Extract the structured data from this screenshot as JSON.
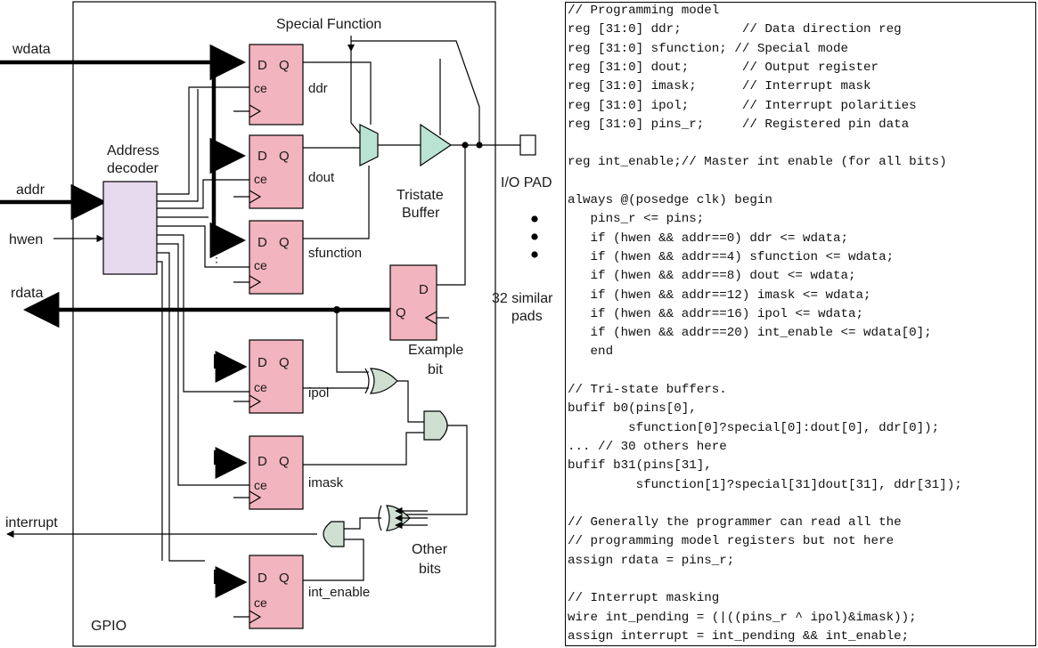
{
  "diagram": {
    "colors": {
      "register_fill": "#f2b4be",
      "decoder_fill": "#e7d9ee",
      "buffer_fill": "#b9e4d4",
      "gate_fill": "#cfe0d2",
      "wire": "#000000"
    },
    "labels": {
      "wdata": "wdata",
      "addr": "addr",
      "hwen": "hwen",
      "rdata": "rdata",
      "interrupt": "interrupt",
      "special_function": "Special Function",
      "address_decoder_1": "Address",
      "address_decoder_2": "decoder",
      "tristate_1": "Tristate",
      "tristate_2": "Buffer",
      "io_pad": "I/O PAD",
      "similar_1": "32 similar",
      "similar_2": "pads",
      "example_1": "Example",
      "example_2": "bit",
      "other_1": "Other",
      "other_2": "bits",
      "gpio": "GPIO",
      "ellipsis_dots": "⋮"
    },
    "registers": [
      {
        "name": "ddr",
        "d": "D",
        "q": "Q",
        "ce": "ce"
      },
      {
        "name": "dout",
        "d": "D",
        "q": "Q",
        "ce": "ce"
      },
      {
        "name": "sfunction",
        "d": "D",
        "q": "Q",
        "ce": "ce"
      },
      {
        "name": "ipol",
        "d": "D",
        "q": "Q",
        "ce": "ce"
      },
      {
        "name": "imask",
        "d": "D",
        "q": "Q",
        "ce": "ce"
      },
      {
        "name": "int_enable",
        "d": "D",
        "q": "Q",
        "ce": "ce"
      }
    ],
    "pins_register": {
      "d": "D",
      "q": "Q"
    }
  },
  "code": {
    "lines": [
      "// Programming model",
      "reg [31:0] ddr;        // Data direction reg",
      "reg [31:0] sfunction; // Special mode",
      "reg [31:0] dout;       // Output register",
      "reg [31:0] imask;      // Interrupt mask",
      "reg [31:0] ipol;       // Interrupt polarities",
      "reg [31:0] pins_r;     // Registered pin data",
      "",
      "reg int_enable;// Master int enable (for all bits)",
      "",
      "always @(posedge clk) begin",
      "   pins_r <= pins;",
      "   if (hwen && addr==0) ddr <= wdata;",
      "   if (hwen && addr==4) sfunction <= wdata;",
      "   if (hwen && addr==8) dout <= wdata;",
      "   if (hwen && addr==12) imask <= wdata;",
      "   if (hwen && addr==16) ipol <= wdata;",
      "   if (hwen && addr==20) int_enable <= wdata[0];",
      "   end",
      "",
      "// Tri-state buffers.",
      "bufif b0(pins[0],",
      "        sfunction[0]?special[0]:dout[0], ddr[0]);",
      "... // 30 others here",
      "bufif b31(pins[31],",
      "         sfunction[1]?special[31]dout[31], ddr[31]);",
      "",
      "// Generally the programmer can read all the",
      "// programming model registers but not here",
      "assign rdata = pins_r;",
      "",
      "// Interrupt masking",
      "wire int_pending = (|((pins_r ^ ipol)&imask));",
      "assign interrupt = int_pending && int_enable;"
    ]
  }
}
